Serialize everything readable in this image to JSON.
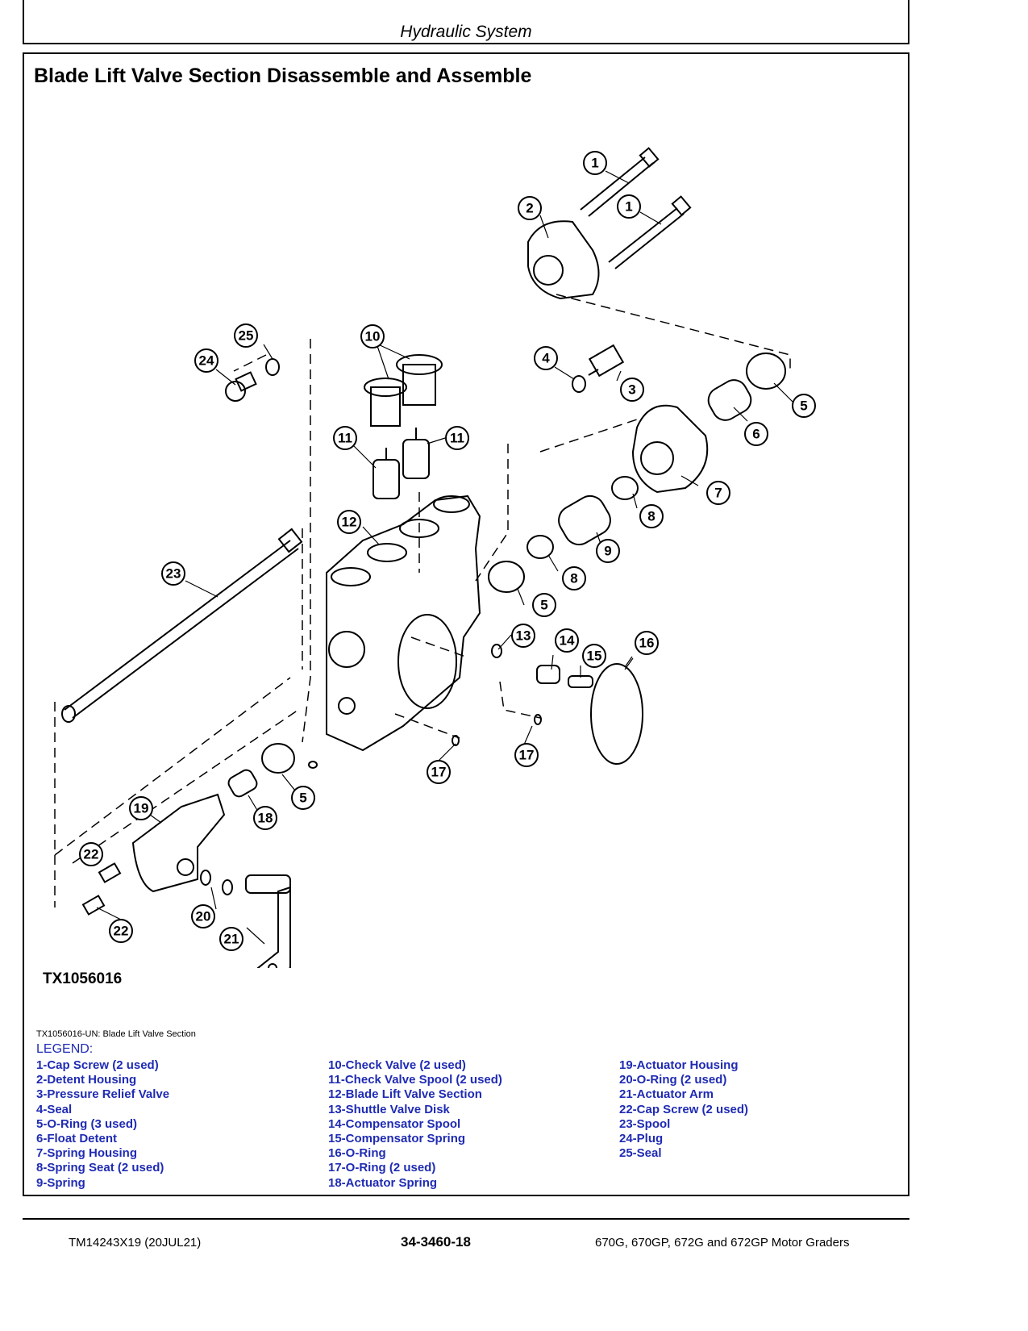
{
  "header": {
    "section": "Hydraulic System"
  },
  "title": "Blade Lift Valve Section Disassemble and Assemble",
  "figure": {
    "id": "TX1056016",
    "caption": "TX1056016-UN: Blade Lift Valve Section",
    "callouts": [
      "1",
      "1",
      "2",
      "25",
      "24",
      "10",
      "4",
      "3",
      "5",
      "6",
      "11",
      "11",
      "7",
      "8",
      "12",
      "9",
      "23",
      "8",
      "5",
      "13",
      "14",
      "15",
      "16",
      "17",
      "17",
      "5",
      "18",
      "19",
      "22",
      "20",
      "22",
      "21"
    ]
  },
  "legend": {
    "heading": "LEGEND:",
    "col1": [
      "1-Cap Screw (2 used)",
      "2-Detent Housing",
      "3-Pressure Relief Valve",
      "4-Seal",
      "5-O-Ring (3 used)",
      "6-Float Detent",
      "7-Spring Housing",
      "8-Spring Seat (2 used)",
      "9-Spring"
    ],
    "col2": [
      "10-Check Valve (2 used)",
      "11-Check Valve Spool (2 used)",
      "12-Blade Lift Valve Section",
      "13-Shuttle Valve Disk",
      "14-Compensator Spool",
      "15-Compensator Spring",
      "16-O-Ring",
      "17-O-Ring (2 used)",
      "18-Actuator Spring"
    ],
    "col3": [
      "19-Actuator Housing",
      "20-O-Ring (2 used)",
      "21-Actuator Arm",
      "22-Cap Screw (2 used)",
      "23-Spool",
      "24-Plug",
      "25-Seal"
    ]
  },
  "footer": {
    "manual": "TM14243X19 (20JUL21)",
    "page": "34-3460-18",
    "models": "670G, 670GP, 672G and 672GP Motor Graders"
  }
}
